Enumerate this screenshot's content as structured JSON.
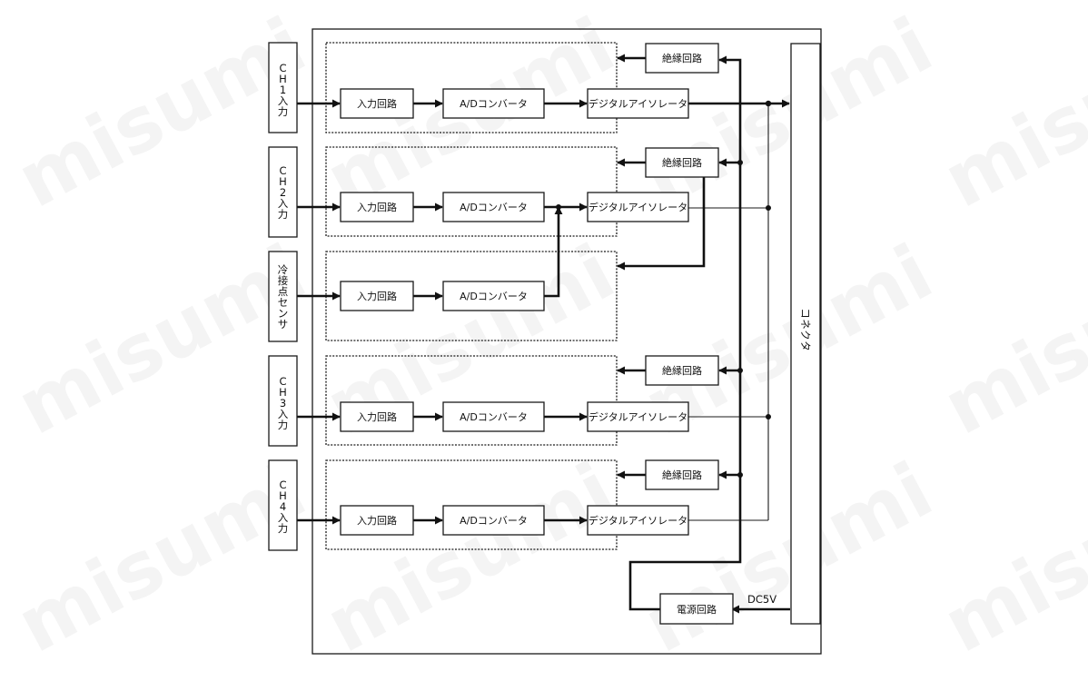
{
  "watermark": "misumi",
  "labels": {
    "ch1_input": [
      "C",
      "H",
      "1",
      "入",
      "力"
    ],
    "ch2_input": [
      "C",
      "H",
      "2",
      "入",
      "力"
    ],
    "cjc_sensor": [
      "冷",
      "接",
      "点",
      "セ",
      "ン",
      "サ"
    ],
    "ch3_input": [
      "C",
      "H",
      "3",
      "入",
      "力"
    ],
    "ch4_input": [
      "C",
      "H",
      "4",
      "入",
      "力"
    ],
    "connector": [
      "コ",
      "ネ",
      "ク",
      "タ"
    ],
    "input_circuit": "入力回路",
    "ad_converter": "A/Dコンバータ",
    "digital_isolator": "デジタルアイソレータ",
    "isolation_circuit": "絶縁回路",
    "power_circuit": "電源回路",
    "dc5v": "DC5V"
  }
}
